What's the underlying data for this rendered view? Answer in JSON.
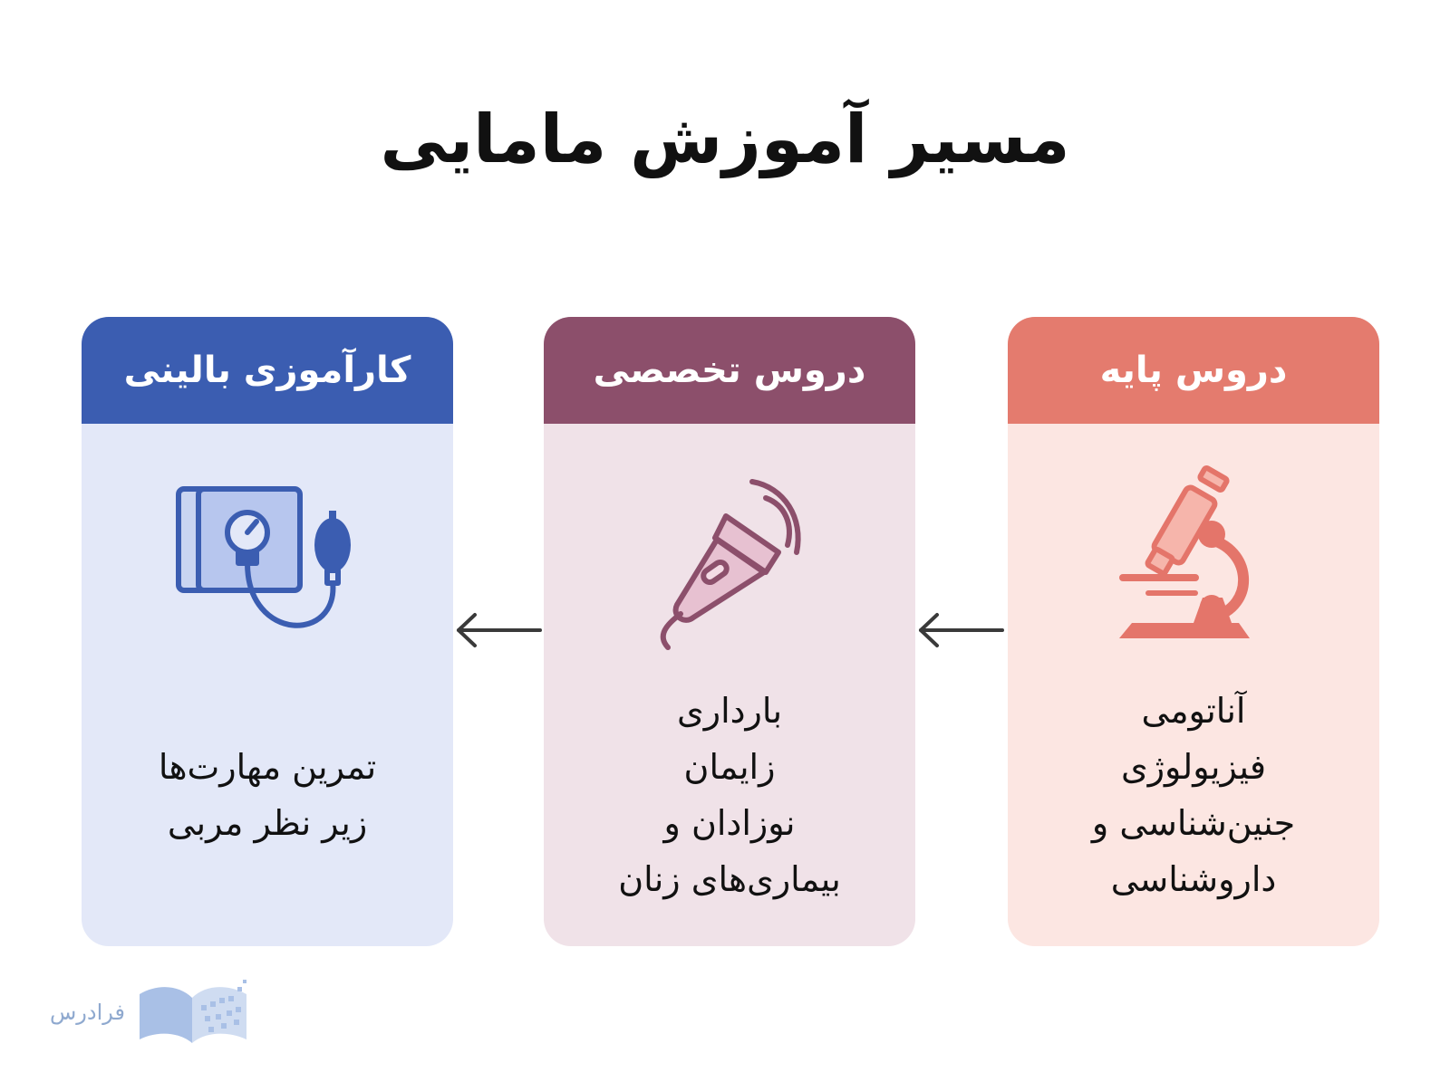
{
  "title": "مسیر آموزش مامایی",
  "cards": [
    {
      "id": "basic",
      "header": "دروس پایه",
      "icon": "microscope-icon",
      "lines": [
        "آناتومی",
        "فیزیولوژی",
        "جنین‌شناسی و",
        "داروشناسی"
      ]
    },
    {
      "id": "special",
      "header": "دروس تخصصی",
      "icon": "ultrasound-probe-icon",
      "lines": [
        "بارداری",
        "زایمان",
        "نوزادان و",
        "بیماری‌های زنان"
      ]
    },
    {
      "id": "clinical",
      "header": "کارآموزی بالینی",
      "icon": "blood-pressure-monitor-icon",
      "lines": [
        "تمرین مهارت‌ها",
        "زیر نظر مربی"
      ]
    }
  ],
  "arrows": [
    "arrow-left-icon",
    "arrow-left-icon"
  ],
  "logo": {
    "text": "فرادرس",
    "icon": "book-logo-icon"
  },
  "colors": {
    "basic_header": "#e47b6e",
    "basic_body": "#fce6e2",
    "special_header": "#8c4f6b",
    "special_body": "#f0e2e8",
    "clinical_header": "#3b5db1",
    "clinical_body": "#e3e8f8",
    "arrow": "#3a3a3a"
  }
}
